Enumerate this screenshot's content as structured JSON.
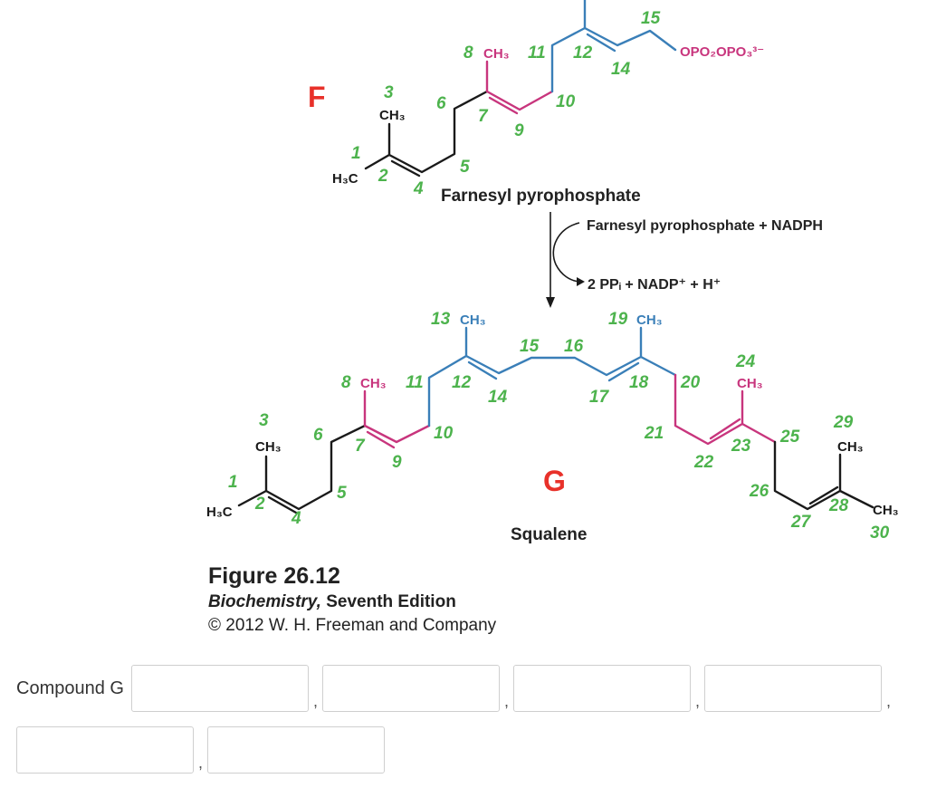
{
  "colors": {
    "black": "#1a1a1a",
    "pink": "#c8357d",
    "blue": "#3a7fb8",
    "green": "#4db34d",
    "red": "#e8312a",
    "gray_text": "#333333"
  },
  "compound_f": {
    "letter": "F",
    "name": "Farnesyl pyrophosphate",
    "ch3": "CH₃",
    "h3c": "H₃C",
    "opp": "OPO₂OPO₃³⁻",
    "numbers": [
      "1",
      "2",
      "3",
      "4",
      "5",
      "6",
      "7",
      "8",
      "9",
      "10",
      "11",
      "12",
      "14",
      "15"
    ]
  },
  "reaction": {
    "input": "Farnesyl pyrophosphate + NADPH",
    "output": "2 PPᵢ + NADP⁺ + H⁺"
  },
  "compound_g": {
    "letter": "G",
    "name": "Squalene",
    "ch3": "CH₃",
    "h3c": "H₃C",
    "numbers": [
      "1",
      "2",
      "3",
      "4",
      "5",
      "6",
      "7",
      "8",
      "9",
      "10",
      "11",
      "12",
      "13",
      "14",
      "15",
      "16",
      "17",
      "18",
      "19",
      "20",
      "21",
      "22",
      "23",
      "24",
      "25",
      "26",
      "27",
      "28",
      "29",
      "30"
    ]
  },
  "caption": {
    "title": "Figure 26.12",
    "book": "Biochemistry,",
    "edition": "Seventh Edition",
    "copyright": "© 2012 W. H. Freeman and Company"
  },
  "question": {
    "label": "Compound G",
    "separator": ",",
    "answers": [
      "",
      "",
      "",
      "",
      "",
      ""
    ]
  }
}
